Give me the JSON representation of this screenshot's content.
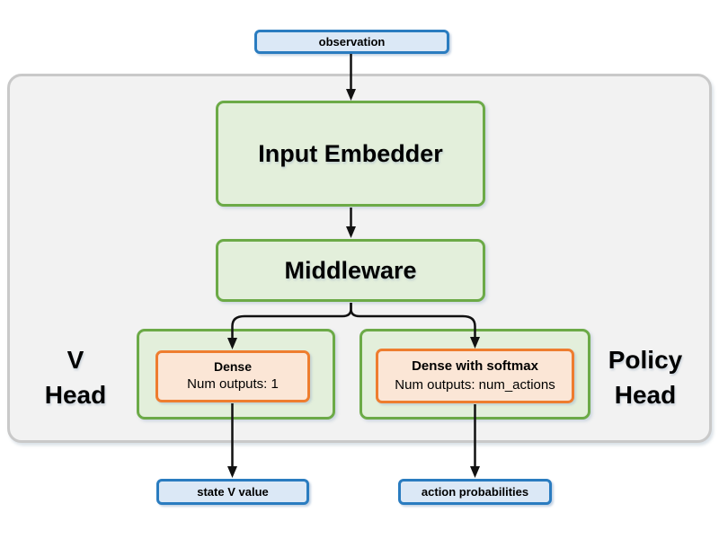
{
  "diagram": {
    "title_semantic": "actor-critic network architecture",
    "nodes": {
      "observation": {
        "label": "observation"
      },
      "input_embedder": {
        "label": "Input Embedder"
      },
      "middleware": {
        "label": "Middleware"
      },
      "v_head": {
        "label_line1": "V",
        "label_line2": "Head"
      },
      "v_dense": {
        "title": "Dense",
        "subtitle": "Num outputs: 1"
      },
      "policy_head": {
        "label_line1": "Policy",
        "label_line2": "Head"
      },
      "policy_dense": {
        "title": "Dense with softmax",
        "subtitle": "Num outputs: num_actions"
      },
      "state_v_value": {
        "label": "state V value"
      },
      "action_probabilities": {
        "label": "action probabilities"
      }
    },
    "colors": {
      "io_fill": "#dbe8f6",
      "io_border": "#2a7cc0",
      "block_fill": "#e3efdb",
      "block_border": "#6caa47",
      "layer_fill": "#fbe6d6",
      "layer_border": "#ee7d2f",
      "container_fill": "#f2f2f2",
      "container_border": "#c9c9c9",
      "arrow": "#111111",
      "text": "#000000"
    }
  }
}
